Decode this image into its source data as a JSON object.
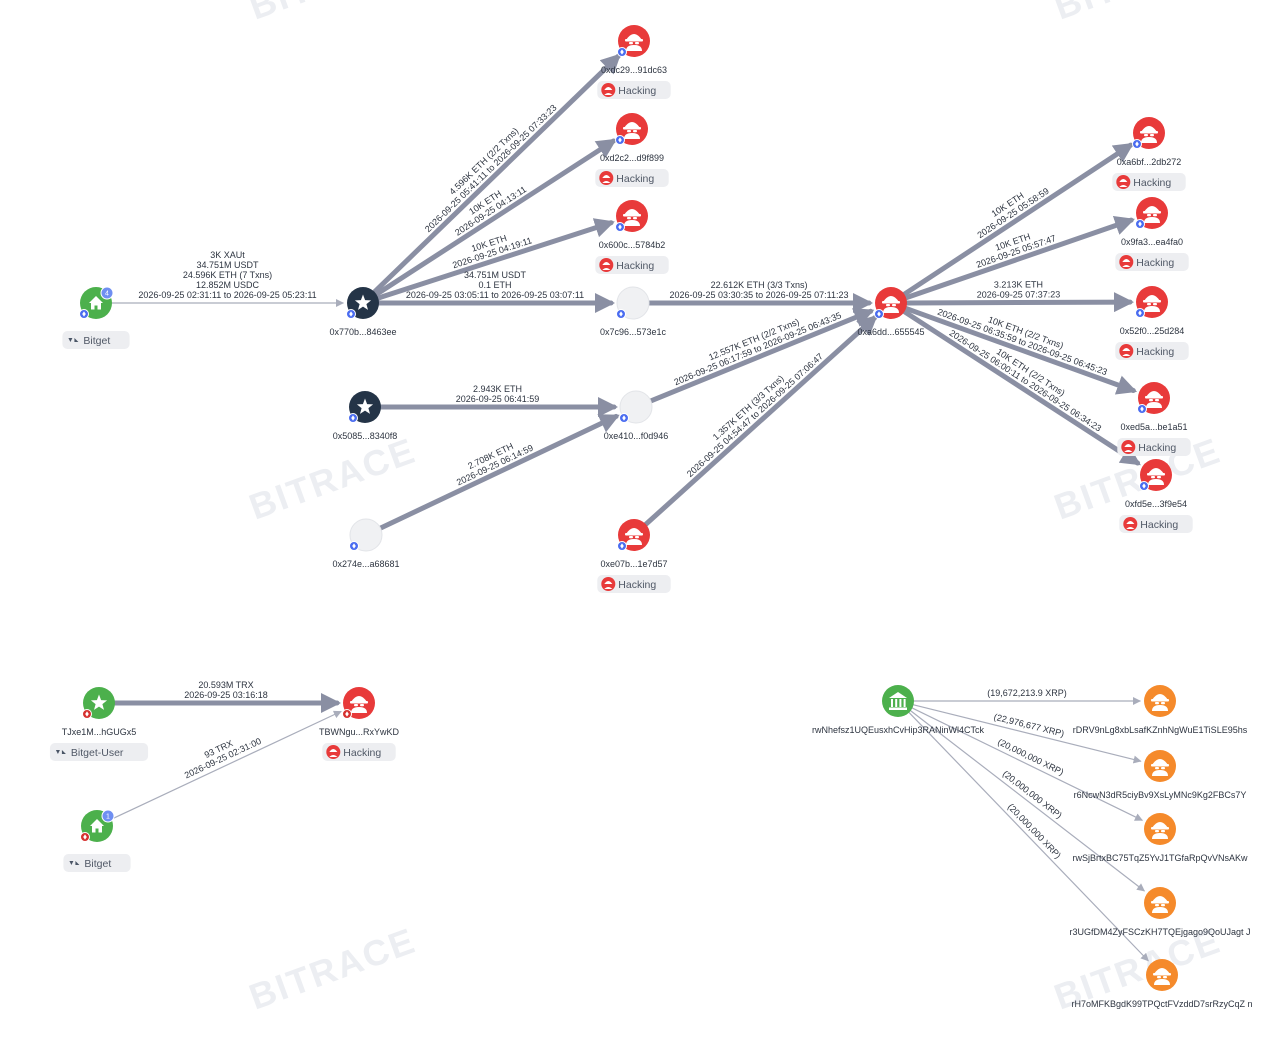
{
  "watermark": "BITRACE",
  "colors": {
    "risk": "#e83a3a",
    "exchange": "#4cb04c",
    "primary": "#243447",
    "neutral": "#f0f1f3",
    "xrp_risk": "#f58a2b",
    "edge": "#8a8fa3",
    "edge_thin": "#a9adbb",
    "tag_bg": "#edeef1"
  },
  "nodes": [
    {
      "id": "bitget",
      "label": "",
      "tag": "Bitget",
      "tag_icon": "bitget-logo-icon",
      "kind": "exchange",
      "icon": "exchange-house-icon",
      "count": "4"
    },
    {
      "id": "n770b",
      "label": "0x770b...8463ee",
      "kind": "primary",
      "icon": "star-icon"
    },
    {
      "id": "n7c96",
      "label": "0x7c96...573e1c",
      "kind": "neutral",
      "icon": ""
    },
    {
      "id": "ndc29",
      "label": "0xdc29...91dc63",
      "tag": "Hacking",
      "tag_icon": "hacker-icon",
      "kind": "risk",
      "icon": "hacker-icon"
    },
    {
      "id": "nd2c2",
      "label": "0xd2c2...d9f899",
      "tag": "Hacking",
      "tag_icon": "hacker-icon",
      "kind": "risk",
      "icon": "hacker-icon"
    },
    {
      "id": "n600c",
      "label": "0x600c...5784b2",
      "tag": "Hacking",
      "tag_icon": "hacker-icon",
      "kind": "risk",
      "icon": "hacker-icon"
    },
    {
      "id": "na6dd",
      "label": "0xa6dd...655545",
      "kind": "risk",
      "icon": "hacker-icon"
    },
    {
      "id": "n5085",
      "label": "0x5085...8340f8",
      "kind": "primary",
      "icon": "star-icon"
    },
    {
      "id": "ne410",
      "label": "0xe410...f0d946",
      "kind": "neutral",
      "icon": ""
    },
    {
      "id": "n274e",
      "label": "0x274e...a68681",
      "kind": "neutral",
      "icon": ""
    },
    {
      "id": "ne07b",
      "label": "0xe07b...1e7d57",
      "tag": "Hacking",
      "tag_icon": "hacker-icon",
      "kind": "risk",
      "icon": "hacker-icon"
    },
    {
      "id": "na6bf",
      "label": "0xa6bf...2db272",
      "tag": "Hacking",
      "tag_icon": "hacker-icon",
      "kind": "risk",
      "icon": "hacker-icon"
    },
    {
      "id": "n9fa3",
      "label": "0x9fa3...ea4fa0",
      "tag": "Hacking",
      "tag_icon": "hacker-icon",
      "kind": "risk",
      "icon": "hacker-icon"
    },
    {
      "id": "n52f0",
      "label": "0x52f0...25d284",
      "tag": "Hacking",
      "tag_icon": "hacker-icon",
      "kind": "risk",
      "icon": "hacker-icon"
    },
    {
      "id": "ned5a",
      "label": "0xed5a...be1a51",
      "tag": "Hacking",
      "tag_icon": "hacker-icon",
      "kind": "risk",
      "icon": "hacker-icon"
    },
    {
      "id": "nfd5e",
      "label": "0xfd5e...3f9e54",
      "tag": "Hacking",
      "tag_icon": "hacker-icon",
      "kind": "risk",
      "icon": "hacker-icon"
    },
    {
      "id": "tjxe",
      "label": "TJxe1M...hGUGx5",
      "tag": "Bitget-User",
      "tag_icon": "bitget-logo-icon",
      "kind": "exchange",
      "icon": "star-icon"
    },
    {
      "id": "tbwn",
      "label": "TBWNgu...RxYwKD",
      "tag": "Hacking",
      "tag_icon": "hacker-icon",
      "kind": "risk",
      "icon": "hacker-icon"
    },
    {
      "id": "bitget2",
      "label": "",
      "tag": "Bitget",
      "tag_icon": "bitget-logo-icon",
      "kind": "exchange",
      "icon": "exchange-house-icon",
      "count": "1"
    },
    {
      "id": "rwnh",
      "label": "rwNhefsz1UQEusxhCvHip3RANinWl4CTck",
      "kind": "exchange",
      "icon": "bank-icon"
    },
    {
      "id": "rdrv",
      "label": "rDRV9nLg8xbLsafKZnhNgWuE1TiSLE95hs",
      "kind": "xrp_risk",
      "icon": "hacker-icon"
    },
    {
      "id": "r6nc",
      "label": "r6NcwN3dR5ciyBv9XsLyMNc9Kg2FBCs7Y",
      "kind": "xrp_risk",
      "icon": "hacker-icon"
    },
    {
      "id": "rwsj",
      "label": "rwSjBrtxBC75TqZ5YvJ1TGfaRpQvVNsAKw",
      "kind": "xrp_risk",
      "icon": "hacker-icon"
    },
    {
      "id": "r3ug",
      "label": "r3UGfDM4ZyFSCzKH7TQEjgago9QoUJagt J",
      "kind": "xrp_risk",
      "icon": "hacker-icon"
    },
    {
      "id": "rh7o",
      "label": "rH7oMFKBgdK99TPQctFVzddD7srRzyCqZ n",
      "kind": "xrp_risk",
      "icon": "hacker-icon"
    }
  ],
  "edges": [
    {
      "from": "bitget",
      "to": "n770b",
      "lines": [
        "3K XAUt",
        "34.751M USDT",
        "24.596K ETH (7 Txns)",
        "12.852M USDC",
        "2026-09-25 02:31:11 to 2026-09-25 05:23:11"
      ],
      "weight": "thin"
    },
    {
      "from": "n770b",
      "to": "ndc29",
      "lines": [
        "4.596K ETH (2/2 Txns)",
        "2026-09-25 05:41:11 to 2026-09-25 07:33:23"
      ],
      "weight": "heavy"
    },
    {
      "from": "n770b",
      "to": "nd2c2",
      "lines": [
        "10K ETH",
        "2026-09-25 04:13:11"
      ],
      "weight": "heavy"
    },
    {
      "from": "n770b",
      "to": "n600c",
      "lines": [
        "10K ETH",
        "2026-09-25 04:19:11"
      ],
      "weight": "heavy"
    },
    {
      "from": "n770b",
      "to": "n7c96",
      "lines": [
        "34.751M USDT",
        "0.1 ETH",
        "2026-09-25 03:05:11 to 2026-09-25 03:07:11"
      ],
      "weight": "heavy"
    },
    {
      "from": "n7c96",
      "to": "na6dd",
      "lines": [
        "22.612K ETH (3/3 Txns)",
        "2026-09-25 03:30:35 to 2026-09-25 07:11:23"
      ],
      "weight": "heavy"
    },
    {
      "from": "n5085",
      "to": "ne410",
      "lines": [
        "2.943K ETH",
        "2026-09-25 06:41:59"
      ],
      "weight": "heavy"
    },
    {
      "from": "n274e",
      "to": "ne410",
      "lines": [
        "2.708K ETH",
        "2026-09-25 06:14:59"
      ],
      "weight": "heavy"
    },
    {
      "from": "ne410",
      "to": "na6dd",
      "lines": [
        "12.557K ETH (2/2 Txns)",
        "2026-09-25 06:17:59 to 2026-09-25 06:43:35"
      ],
      "weight": "heavy"
    },
    {
      "from": "ne07b",
      "to": "na6dd",
      "lines": [
        "1.357K ETH (3/3 Txns)",
        "2026-09-25 04:54:47 to 2026-09-25 07:06:47"
      ],
      "weight": "heavy"
    },
    {
      "from": "na6dd",
      "to": "na6bf",
      "lines": [
        "10K ETH",
        "2026-09-25 05:58:59"
      ],
      "weight": "heavy"
    },
    {
      "from": "na6dd",
      "to": "n9fa3",
      "lines": [
        "10K ETH",
        "2026-09-25 05:57:47"
      ],
      "weight": "heavy"
    },
    {
      "from": "na6dd",
      "to": "n52f0",
      "lines": [
        "3.213K ETH",
        "2026-09-25 07:37:23"
      ],
      "weight": "heavy"
    },
    {
      "from": "na6dd",
      "to": "ned5a",
      "lines": [
        "10K ETH (2/2 Txns)",
        "2026-09-25 06:35:59 to 2026-09-25 06:45:23"
      ],
      "weight": "heavy"
    },
    {
      "from": "na6dd",
      "to": "nfd5e",
      "lines": [
        "10K ETH (2/2 Txns)",
        "2026-09-25 06:00:11 to 2026-09-25 06:34:23"
      ],
      "weight": "heavy"
    },
    {
      "from": "tjxe",
      "to": "tbwn",
      "lines": [
        "20.593M TRX",
        "2026-09-25 03:16:18"
      ],
      "weight": "heavy"
    },
    {
      "from": "bitget2",
      "to": "tbwn",
      "lines": [
        "93 TRX",
        "2026-09-25 02:31:00"
      ],
      "weight": "thin"
    },
    {
      "from": "rwnh",
      "to": "rdrv",
      "lines": [
        "(19,672,213.9 XRP)"
      ],
      "weight": "thin"
    },
    {
      "from": "rwnh",
      "to": "r6nc",
      "lines": [
        "(22,976,677 XRP)"
      ],
      "weight": "thin"
    },
    {
      "from": "rwnh",
      "to": "rwsj",
      "lines": [
        "(20,000,000 XRP)"
      ],
      "weight": "thin"
    },
    {
      "from": "rwnh",
      "to": "r3ug",
      "lines": [
        "(20,000,000 XRP)"
      ],
      "weight": "thin"
    },
    {
      "from": "rwnh",
      "to": "rh7o",
      "lines": [
        "(20,000,000 XRP)"
      ],
      "weight": "thin"
    }
  ]
}
